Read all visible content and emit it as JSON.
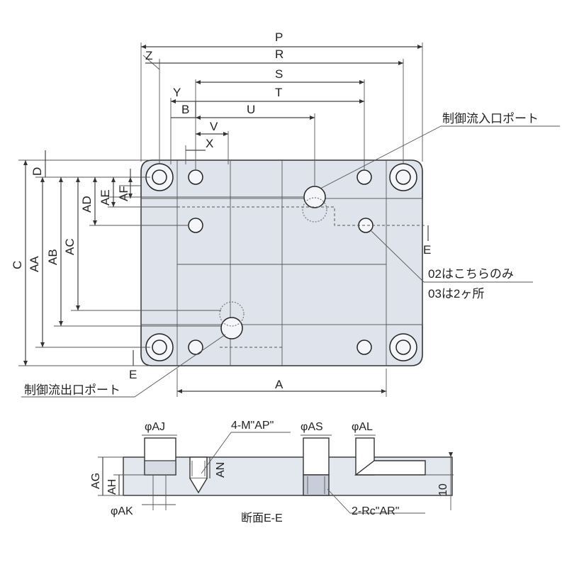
{
  "dimensions": {
    "P": "P",
    "R": "R",
    "S": "S",
    "T": "T",
    "U": "U",
    "Y": "Y",
    "B": "B",
    "V": "V",
    "X": "X",
    "Z": "Z",
    "A": "A",
    "C": "C",
    "D": "D",
    "AA": "AA",
    "AB": "AB",
    "AC": "AC",
    "AD": "AD",
    "AE": "AE",
    "AF": "AF",
    "E_right": "E",
    "E_left": "E"
  },
  "callouts": {
    "inlet_port": "制御流入口ポート",
    "outlet_port": "制御流出口ポート",
    "note_02": "02はこちらのみ",
    "note_03": "03は2ヶ所"
  },
  "section": {
    "phi_AJ": "φAJ",
    "thread_AP": "4-M\"AP\"",
    "phi_AS": "φAS",
    "phi_AL": "φAL",
    "AG": "AG",
    "AH": "AH",
    "AN": "AN",
    "dim_10": "10",
    "phi_AK": "φAK",
    "title": "断面E-E",
    "rc_AR": "2-Rc\"AR\""
  }
}
